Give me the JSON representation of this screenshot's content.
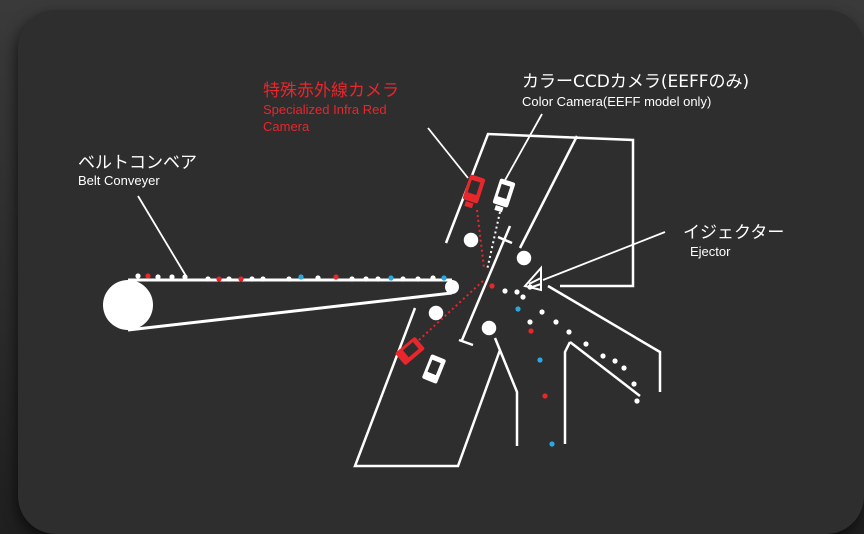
{
  "labels": {
    "ir_camera": {
      "jp": "特殊赤外線カメラ",
      "en_line1": "Specialized Infra Red",
      "en_line2": "Camera"
    },
    "color_camera": {
      "jp": "カラーCCDカメラ(EEFFのみ)",
      "en": "Color Camera(EEFF model only)"
    },
    "belt": {
      "jp": "ベルトコンベア",
      "en": "Belt Conveyer"
    },
    "ejector": {
      "jp": "イジェクター",
      "en": "Ejector"
    }
  },
  "colors": {
    "background": "#2e2e2e",
    "line": "#ffffff",
    "accent_red": "#e8262c",
    "accent_blue": "#2aa9e0"
  }
}
